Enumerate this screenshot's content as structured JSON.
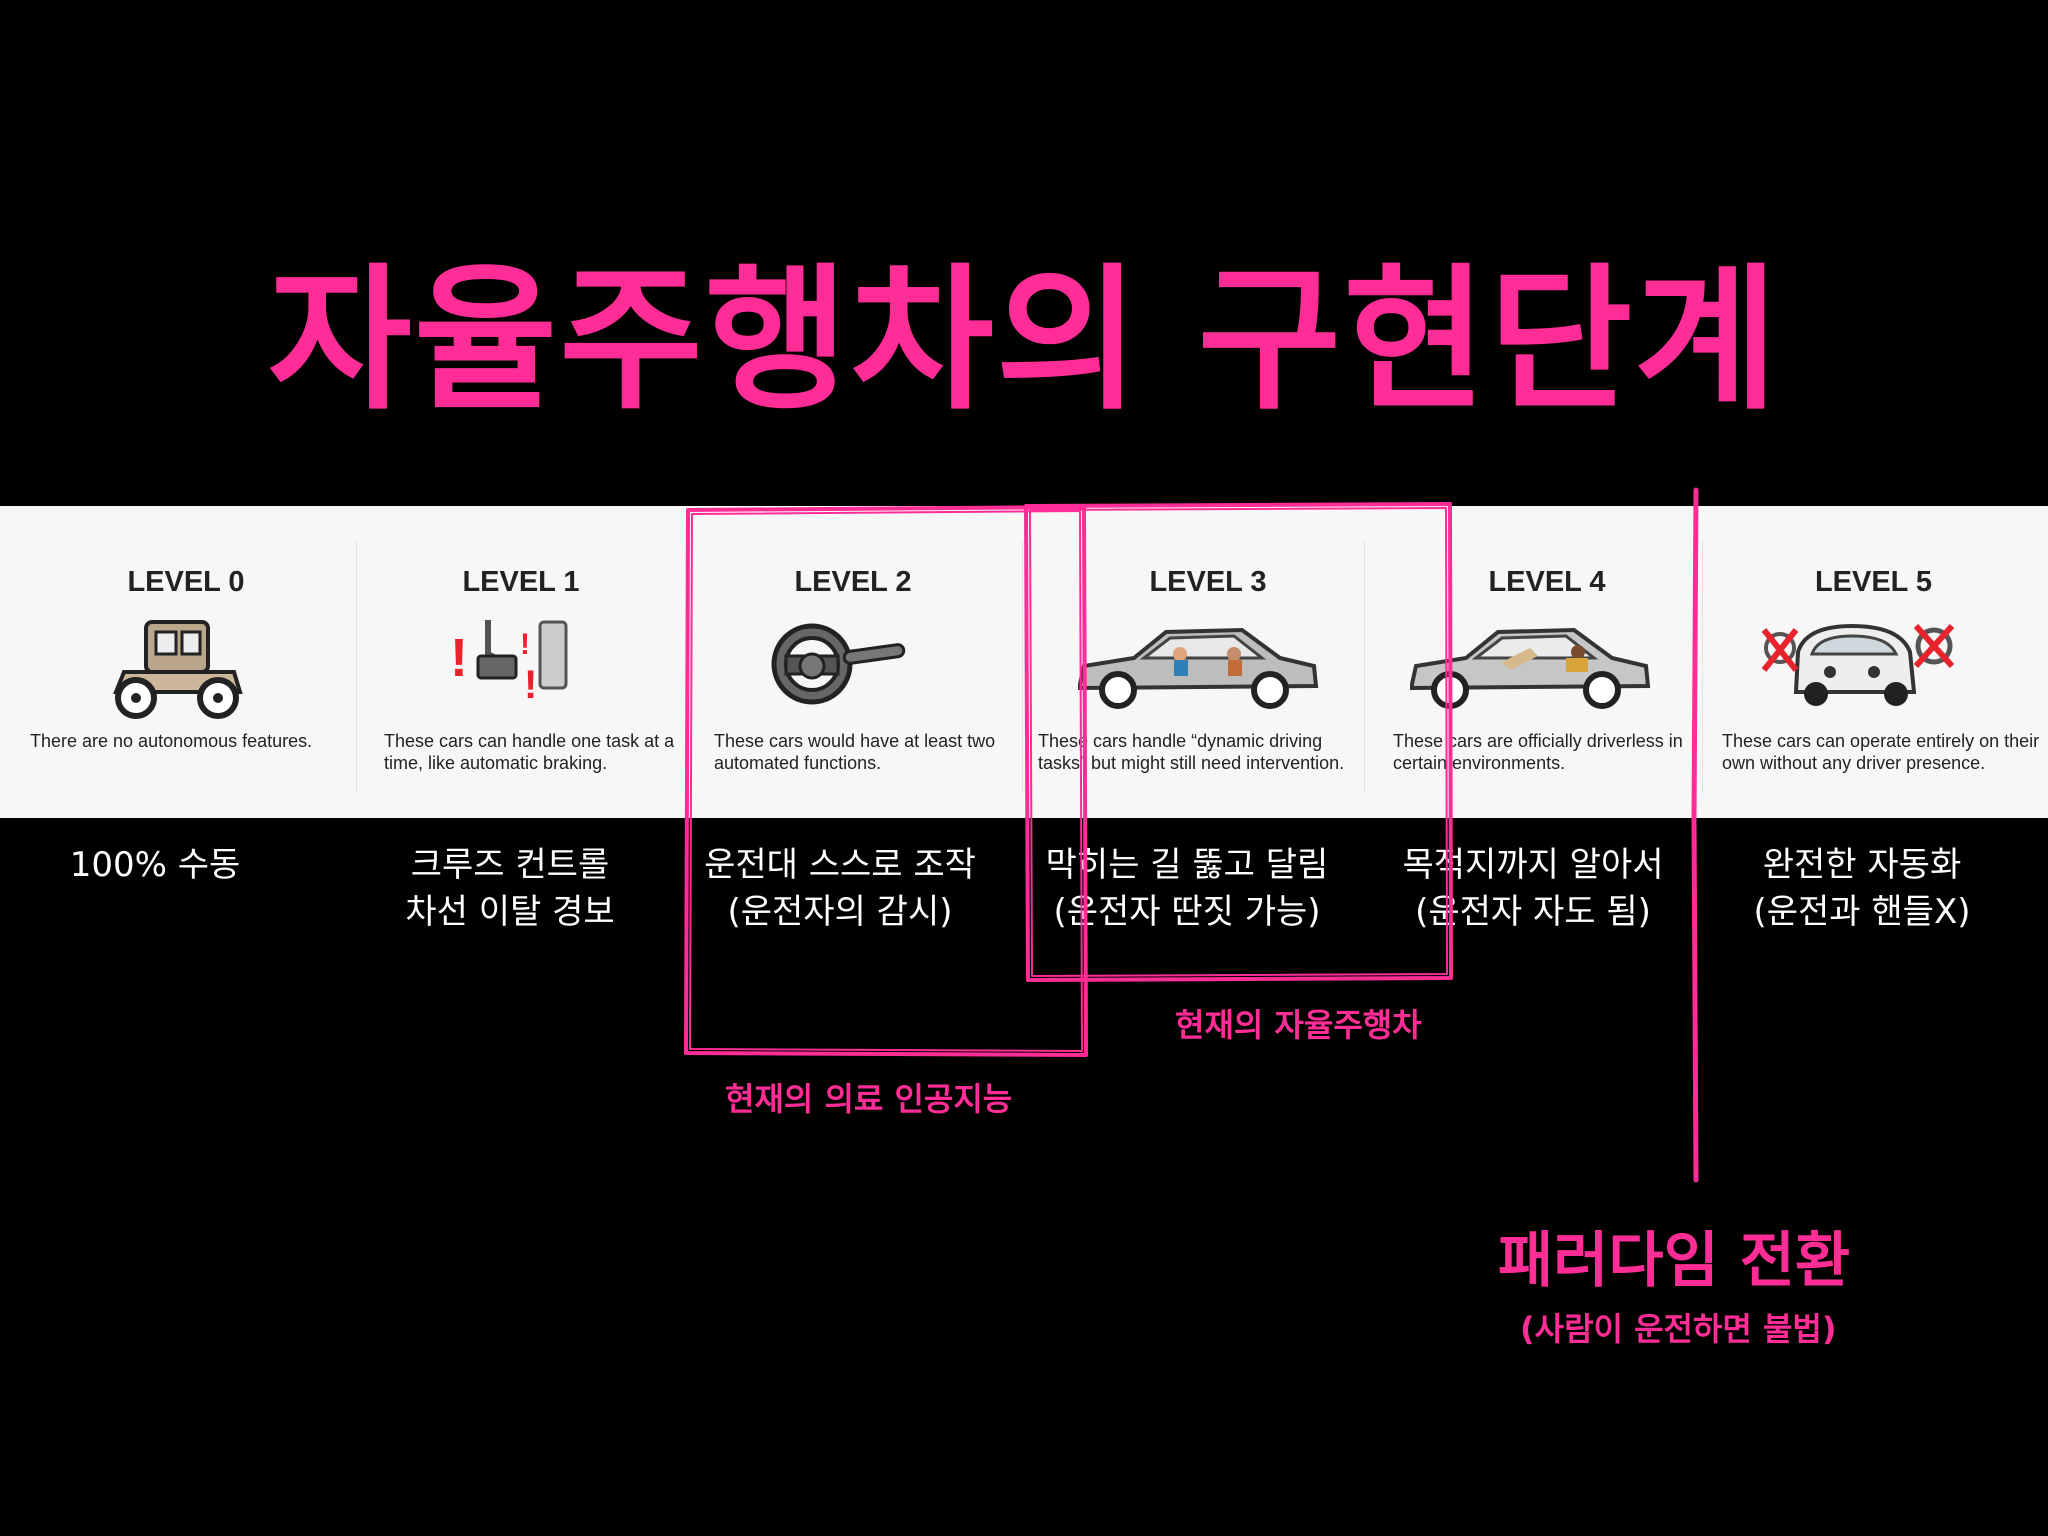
{
  "title": "자율주행차의 구현단계",
  "colors": {
    "accent": "#ff2d95",
    "band": "#f7f7f7",
    "background": "#000000"
  },
  "levels": [
    {
      "title": "LEVEL 0",
      "icon": "vintage-car-icon",
      "description": "There are no autonomous features.",
      "korean": [
        "100% 수동"
      ]
    },
    {
      "title": "LEVEL 1",
      "icon": "pedals-warning-icon",
      "description": "These cars can handle one task at a time, like automatic braking.",
      "korean": [
        "크루즈 컨트롤",
        "차선 이탈 경보"
      ]
    },
    {
      "title": "LEVEL 2",
      "icon": "steering-wheel-icon",
      "description": "These cars would have at least two automated functions.",
      "korean": [
        "운전대 스스로 조작",
        "(운전자의 감시)"
      ]
    },
    {
      "title": "LEVEL 3",
      "icon": "sedan-driver-icon",
      "description": "These cars handle “dynamic driving tasks” but might still need intervention.",
      "korean": [
        "막히는 길 뚫고 달림",
        "(운전자 딴짓 가능)"
      ]
    },
    {
      "title": "LEVEL 4",
      "icon": "sedan-reclined-icon",
      "description": "These cars are officially driverless in certain environments.",
      "korean": [
        "목적지까지 알아서",
        "(운전자 자도 됨)"
      ]
    },
    {
      "title": "LEVEL 5",
      "icon": "self-driving-pod-icon",
      "description": "These cars can operate entirely on their own without any driver presence.",
      "korean": [
        "완전한 자동화",
        "(운전과 핸들X)"
      ]
    }
  ],
  "annotations": {
    "medical_ai": "현재의 의료 인공지능",
    "current_autonomous": "현재의 자율주행차",
    "paradigm_shift": "패러다임 전환",
    "paradigm_note": "(사람이 운전하면 불법)"
  }
}
